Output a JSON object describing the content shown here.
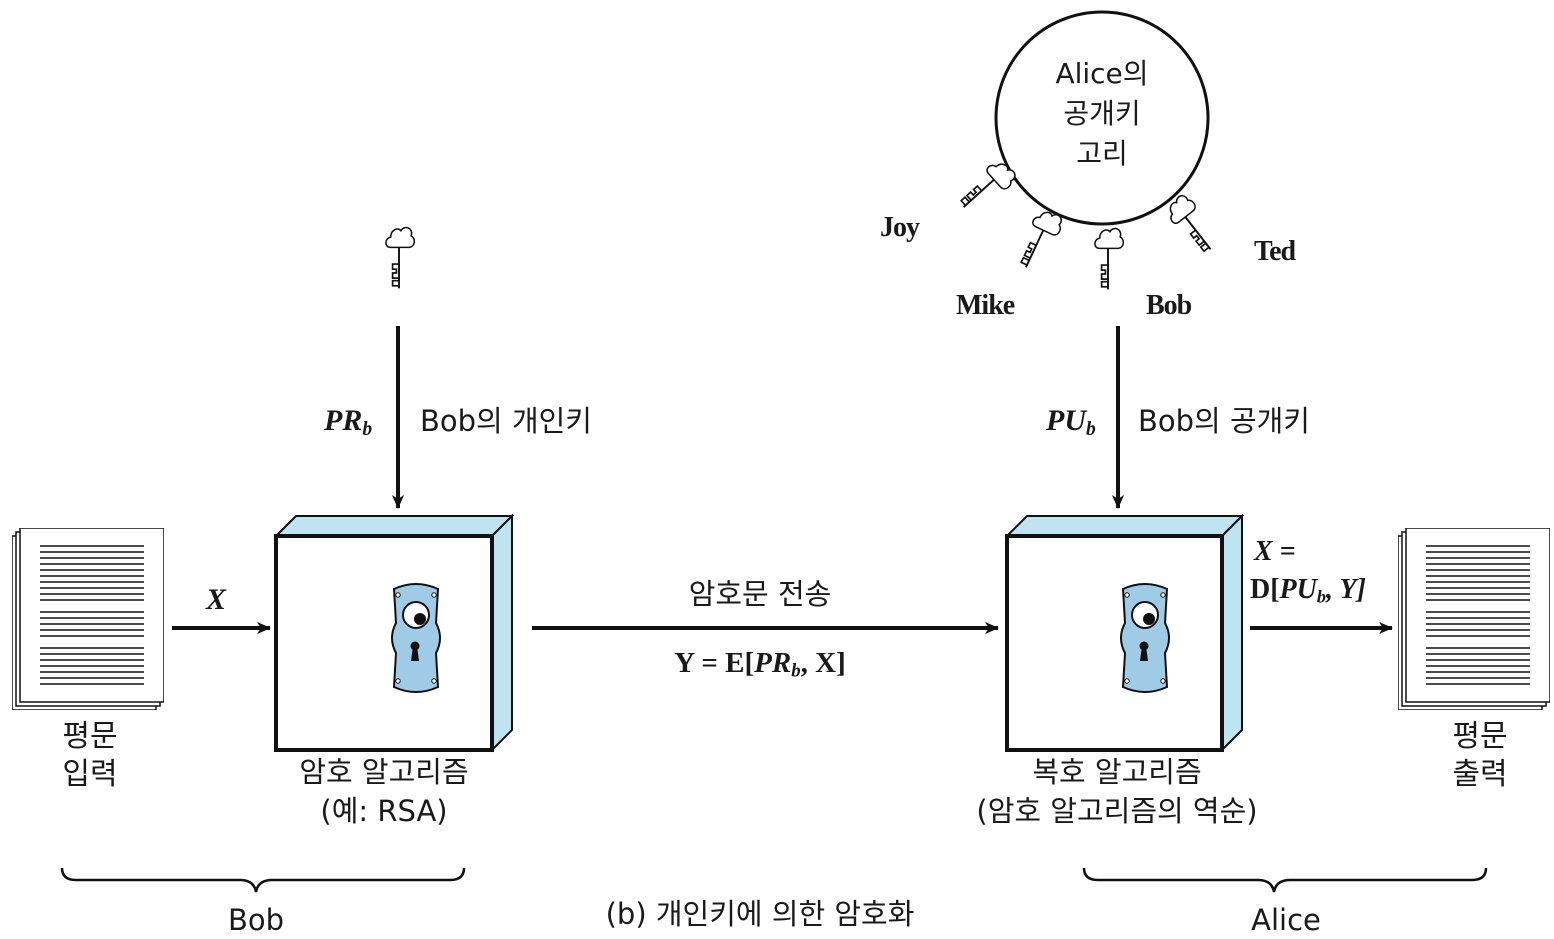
{
  "caption": "(b) 개인키에 의한 암호화",
  "bob": {
    "group_label": "Bob",
    "plaintext_input": {
      "line1": "평문",
      "line2": "입력"
    },
    "input_var": "X",
    "private_key": {
      "symbol": "PR",
      "subscript": "b",
      "text": "Bob의 개인키"
    },
    "algorithm": {
      "line1": "암호 알고리즘",
      "line2": "(예: RSA)"
    }
  },
  "channel": {
    "label": "암호문 전송",
    "formula": {
      "prefix": "Y = E[",
      "key": "PR",
      "subscript": "b",
      "suffix": ", X]"
    }
  },
  "alice": {
    "group_label": "Alice",
    "keyring": {
      "line1": "Alice의",
      "line2": "공개키",
      "line3": "고리",
      "keys": [
        "Joy",
        "Mike",
        "Bob",
        "Ted"
      ]
    },
    "public_key": {
      "symbol": "PU",
      "subscript": "b",
      "text": "Bob의 공개키"
    },
    "algorithm": {
      "line1": "복호 알고리즘",
      "line2": "(암호 알고리즘의 역순)"
    },
    "output_formula": {
      "line1": "X =",
      "prefix": "D[",
      "key": "PU",
      "subscript": "b",
      "suffix": ", Y]"
    },
    "plaintext_output": {
      "line1": "평문",
      "line2": "출력"
    }
  },
  "colors": {
    "box_edge": "#bfe3f0",
    "lock_fill": "#9fcbe6",
    "stroke": "#111111"
  }
}
